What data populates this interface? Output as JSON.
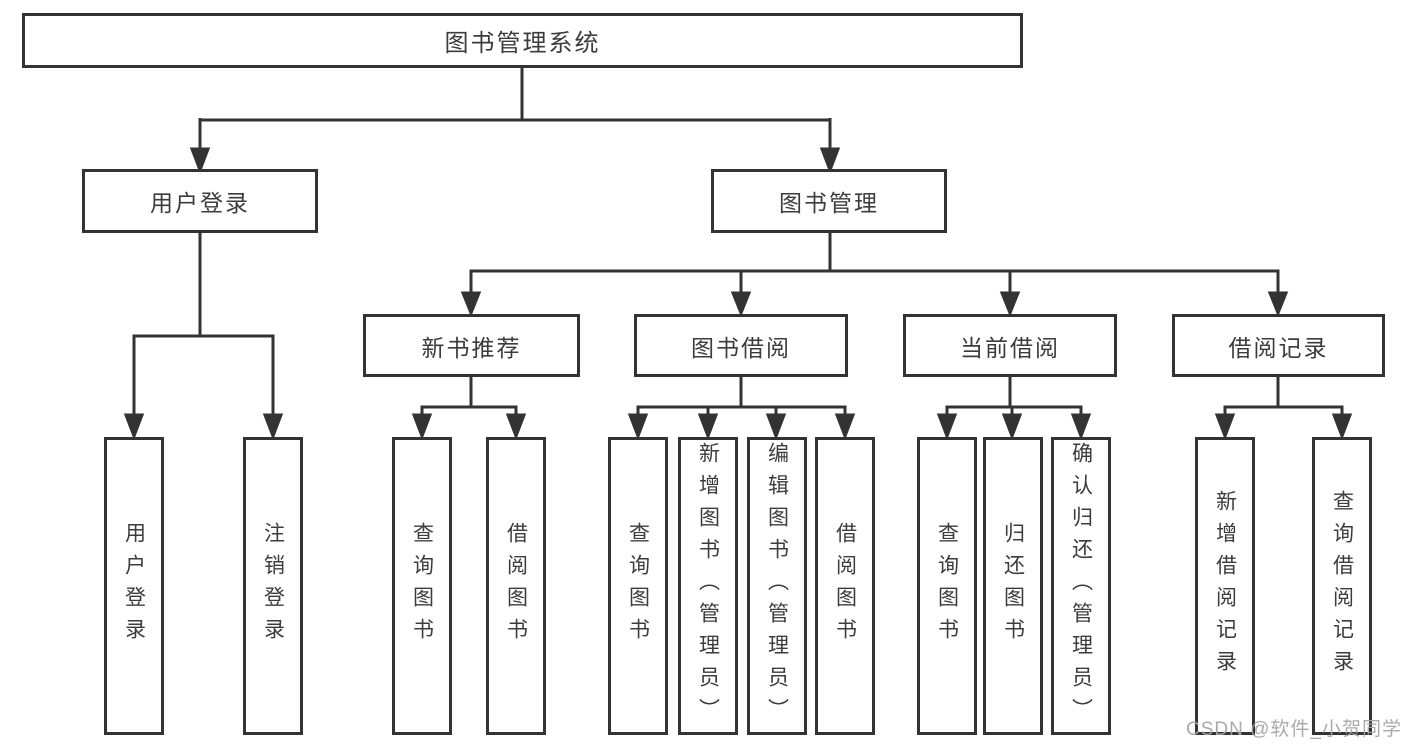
{
  "diagram_title": "图书管理系统",
  "colors": {
    "line": "#333333",
    "box_border": "#333333",
    "box_background": "#ffffff",
    "text": "#3c3c3c",
    "watermark": "#a5a5a5"
  },
  "tree": {
    "root": {
      "label": "图书管理系统"
    },
    "branches": [
      {
        "label": "用户登录",
        "children": [
          {
            "label": "用户登录"
          },
          {
            "label": "注销登录"
          }
        ]
      },
      {
        "label": "图书管理",
        "children": [
          {
            "label": "新书推荐",
            "children": [
              {
                "label": "查询图书"
              },
              {
                "label": "借阅图书"
              }
            ]
          },
          {
            "label": "图书借阅",
            "children": [
              {
                "label": "查询图书"
              },
              {
                "label": "新增图书（管理员）"
              },
              {
                "label": "编辑图书（管理员）"
              },
              {
                "label": "借阅图书"
              }
            ]
          },
          {
            "label": "当前借阅",
            "children": [
              {
                "label": "查询图书"
              },
              {
                "label": "归还图书"
              },
              {
                "label": "确认归还（管理员）"
              }
            ]
          },
          {
            "label": "借阅记录",
            "children": [
              {
                "label": "新增借阅记录"
              },
              {
                "label": "查询借阅记录"
              }
            ]
          }
        ]
      }
    ]
  },
  "watermark": {
    "text": "CSDN @软件_小贺同学"
  }
}
